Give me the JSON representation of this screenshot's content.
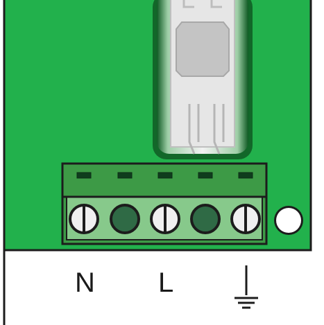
{
  "labels": {
    "neutral": "N",
    "live": "L"
  },
  "terminals": [
    {
      "id": "t1",
      "screw": "open"
    },
    {
      "id": "t2",
      "screw": "filled"
    },
    {
      "id": "t3",
      "screw": "open"
    },
    {
      "id": "t4",
      "screw": "filled"
    },
    {
      "id": "t5",
      "screw": "open"
    }
  ],
  "icons": {
    "earth": "ground-symbol-icon",
    "mount": "mounting-hole-icon"
  },
  "colors": {
    "board": "#22b14c",
    "board_edge": "#1c1c1c",
    "terminal_block": "#3d9a46",
    "terminal_inner": "#87c98b",
    "screw_filled": "#2f6a45",
    "screw_open": "#f0f0f0",
    "connector_shadow": "#0f5a23",
    "connector_body": "#e8e8e8"
  }
}
